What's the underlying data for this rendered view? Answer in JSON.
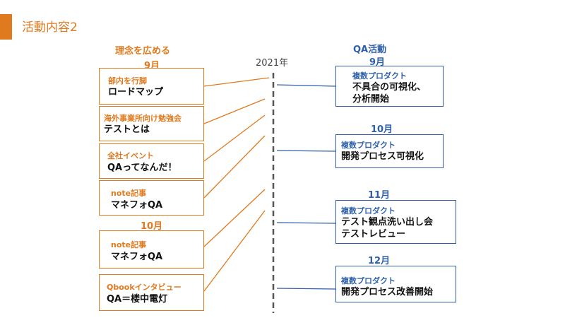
{
  "slide": {
    "title": "活動内容2"
  },
  "timeline": {
    "year_label": "2021年"
  },
  "left": {
    "heading": "理念を広める",
    "months": [
      "9月",
      "10月"
    ],
    "items": [
      {
        "tag": "部内を行脚",
        "text": "ロードマップ"
      },
      {
        "tag": "海外事業所向け勉強会",
        "text": "テストとは"
      },
      {
        "tag": "全社イベント",
        "text": "QAってなんだ！"
      },
      {
        "tag": "note記事",
        "text": "マネフォQA"
      },
      {
        "tag": "note記事",
        "text": "マネフォQA"
      },
      {
        "tag": "Qbookインタビュー",
        "text": "QA＝楼中電灯"
      }
    ]
  },
  "right": {
    "heading": "QA活動",
    "items": [
      {
        "month": "9月",
        "tag": "複数プロダクト",
        "lines": [
          "不具合の可視化、",
          "分析開始"
        ]
      },
      {
        "month": "10月",
        "tag": "複数プロダクト",
        "lines": [
          "開発プロセス可視化"
        ]
      },
      {
        "month": "11月",
        "tag": "複数プロダクト",
        "lines": [
          "テスト観点洗い出し会",
          "テストレビュー"
        ]
      },
      {
        "month": "12月",
        "tag": "複数プロダクト",
        "lines": [
          "開発プロセス改善開始"
        ]
      }
    ]
  },
  "colors": {
    "accent": "#e07a1f",
    "blue": "#2f5faa",
    "timeline": "#555555"
  }
}
